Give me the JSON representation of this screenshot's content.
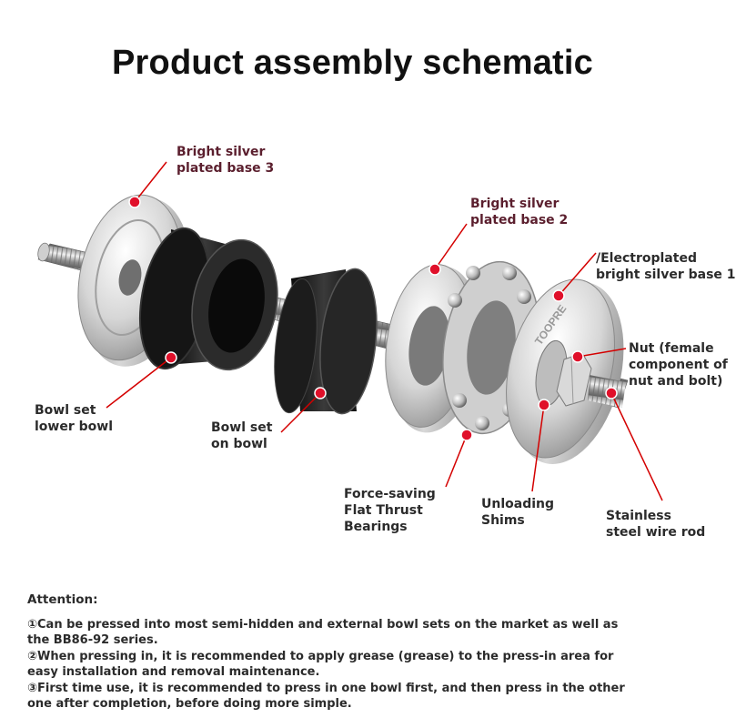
{
  "title": "Product assembly schematic",
  "colors": {
    "callout_line": "#d40000",
    "callout_dot": "#e0102a",
    "label_maroon": "#5b1f2e",
    "label_dark": "#2b2b2b"
  },
  "parts": {
    "base3": {
      "line1": "Bright silver",
      "line2": "plated base 3"
    },
    "base2": {
      "line1": "Bright silver",
      "line2": "plated base 2"
    },
    "base1": {
      "line1": "/Electroplated",
      "line2": "bright silver base 1"
    },
    "nut": {
      "line1": "Nut (female",
      "line2": "component of",
      "line3": "nut and bolt)"
    },
    "lower_bowl": {
      "line1": "Bowl set",
      "line2": "lower bowl"
    },
    "on_bowl": {
      "line1": "Bowl set",
      "line2": "on bowl"
    },
    "bearing": {
      "line1": "Force-saving",
      "line2": "Flat Thrust",
      "line3": "Bearings"
    },
    "shims": {
      "line1": "Unloading",
      "line2": "Shims"
    },
    "rod": {
      "line1": "Stainless",
      "line2": "steel wire rod"
    },
    "engraving": "TOOPRE"
  },
  "attention": {
    "title": "Attention:",
    "notes": [
      "①Can be pressed into most semi-hidden and external bowl sets on the market as well as the BB86-92 series.",
      "②When pressing in, it is recommended to apply grease (grease) to the press-in area for easy installation and removal maintenance.",
      " ③First time use, it is recommended to press in one bowl first, and then press in the other one after completion, before doing more simple."
    ]
  }
}
